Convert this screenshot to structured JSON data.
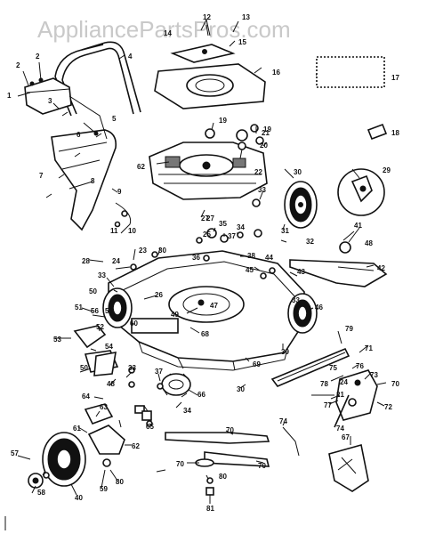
{
  "watermark": "AppliancePartsPros.com",
  "labels": {
    "n1": "1",
    "n2": "2",
    "n3": "3",
    "n4": "4",
    "n5": "5",
    "n6": "6",
    "n7": "7",
    "n8": "8",
    "n9": "9",
    "n10": "10",
    "n11": "11",
    "n12": "12",
    "n13": "13",
    "n14": "14",
    "n15": "15",
    "n16": "16",
    "n17": "17",
    "n18": "18",
    "n19": "19",
    "n19b": "19",
    "n20": "20",
    "n21": "21",
    "n22": "22",
    "n23": "23",
    "n24": "24",
    "n25": "25",
    "n26": "26",
    "n27": "27",
    "n28": "28",
    "n29": "29",
    "n30": "30",
    "n31": "31",
    "n32": "32",
    "n33": "33",
    "n34": "34",
    "n35": "35",
    "n36": "36",
    "n37": "37",
    "n38": "38",
    "n39": "39",
    "n40": "40",
    "n41": "41",
    "n42": "42",
    "n43": "43",
    "n44": "44",
    "n45": "45",
    "n46": "46",
    "n47": "47",
    "n48": "48",
    "n49": "49",
    "n50": "50",
    "n51": "51",
    "n52": "52",
    "n53": "53",
    "n54": "54",
    "n55": "55",
    "n56": "56",
    "n57": "57",
    "n58": "58",
    "n59": "59",
    "n60": "60",
    "n61": "61",
    "n62": "62",
    "n63": "63",
    "n64": "64",
    "n65": "65",
    "n66": "66",
    "n67": "67",
    "n68": "68",
    "n69": "69",
    "n70": "70",
    "n71": "71",
    "n72": "72",
    "n73": "73",
    "n74": "74",
    "n75": "75",
    "n76": "76",
    "n77": "77",
    "n78": "78",
    "n79": "79",
    "n80": "80",
    "n81": "81"
  }
}
